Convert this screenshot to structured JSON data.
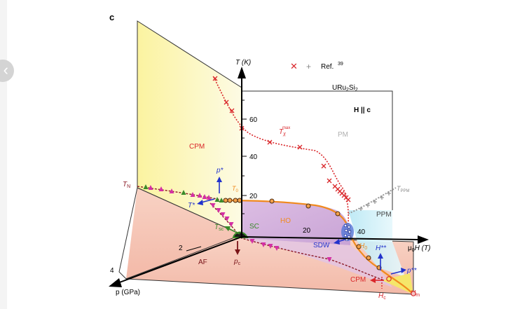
{
  "panel_letter": "c",
  "nav_back_glyph": "‹",
  "compound": "URu",
  "compound_sub1": "2",
  "compound_mid": "Si",
  "compound_sub2": "2",
  "field_orientation": "H || c",
  "legend": {
    "ref_label": "Ref.",
    "ref_num": "39"
  },
  "axes": {
    "temperature": "T (K)",
    "field": "H (T)",
    "field_prefix": "μ",
    "field_sub": "0",
    "pressure": "p (GPa)",
    "t_ticks": [
      "20",
      "40",
      "60"
    ],
    "h_ticks": [
      "20",
      "40"
    ],
    "p_ticks": [
      "2",
      "4"
    ]
  },
  "phases": {
    "cpm_upper": "CPM",
    "pm": "PM",
    "ppm": "PPM",
    "ho": "HO",
    "sc": "SC",
    "af": "AF",
    "sdw": "SDW",
    "cpm_lower": "CPM"
  },
  "line_labels": {
    "tn": "T",
    "tn_sub": "N",
    "tchi": "T",
    "tchi_sub": "χ",
    "tchi_sup": "max",
    "t0": "T",
    "t0_sub": "0",
    "tppm": "T",
    "tppm_sub": "PPM",
    "tsc": "T",
    "tsc_sub": "sc",
    "pstar": "p*",
    "tstar": "T*",
    "pc": "p",
    "pc_sub": "c",
    "h0": "H",
    "h0_sub": "0",
    "hstarstar": "H**",
    "pstarstar": "p**",
    "hc": "H",
    "hc_sub": "c",
    "hm": "H",
    "hm_sub": "m"
  },
  "colors": {
    "red": "#d9262a",
    "orange": "#f08a1e",
    "green": "#3a8a2a",
    "magenta": "#d42fa4",
    "blue": "#2233cc",
    "gray": "#999999",
    "yellow_fill": "#fbf5a6",
    "pink_fill": "#f6c8b8",
    "purple_fill": "#d9b8e0",
    "cyan_fill": "#c8eef6",
    "dark_red": "#7a1418"
  }
}
